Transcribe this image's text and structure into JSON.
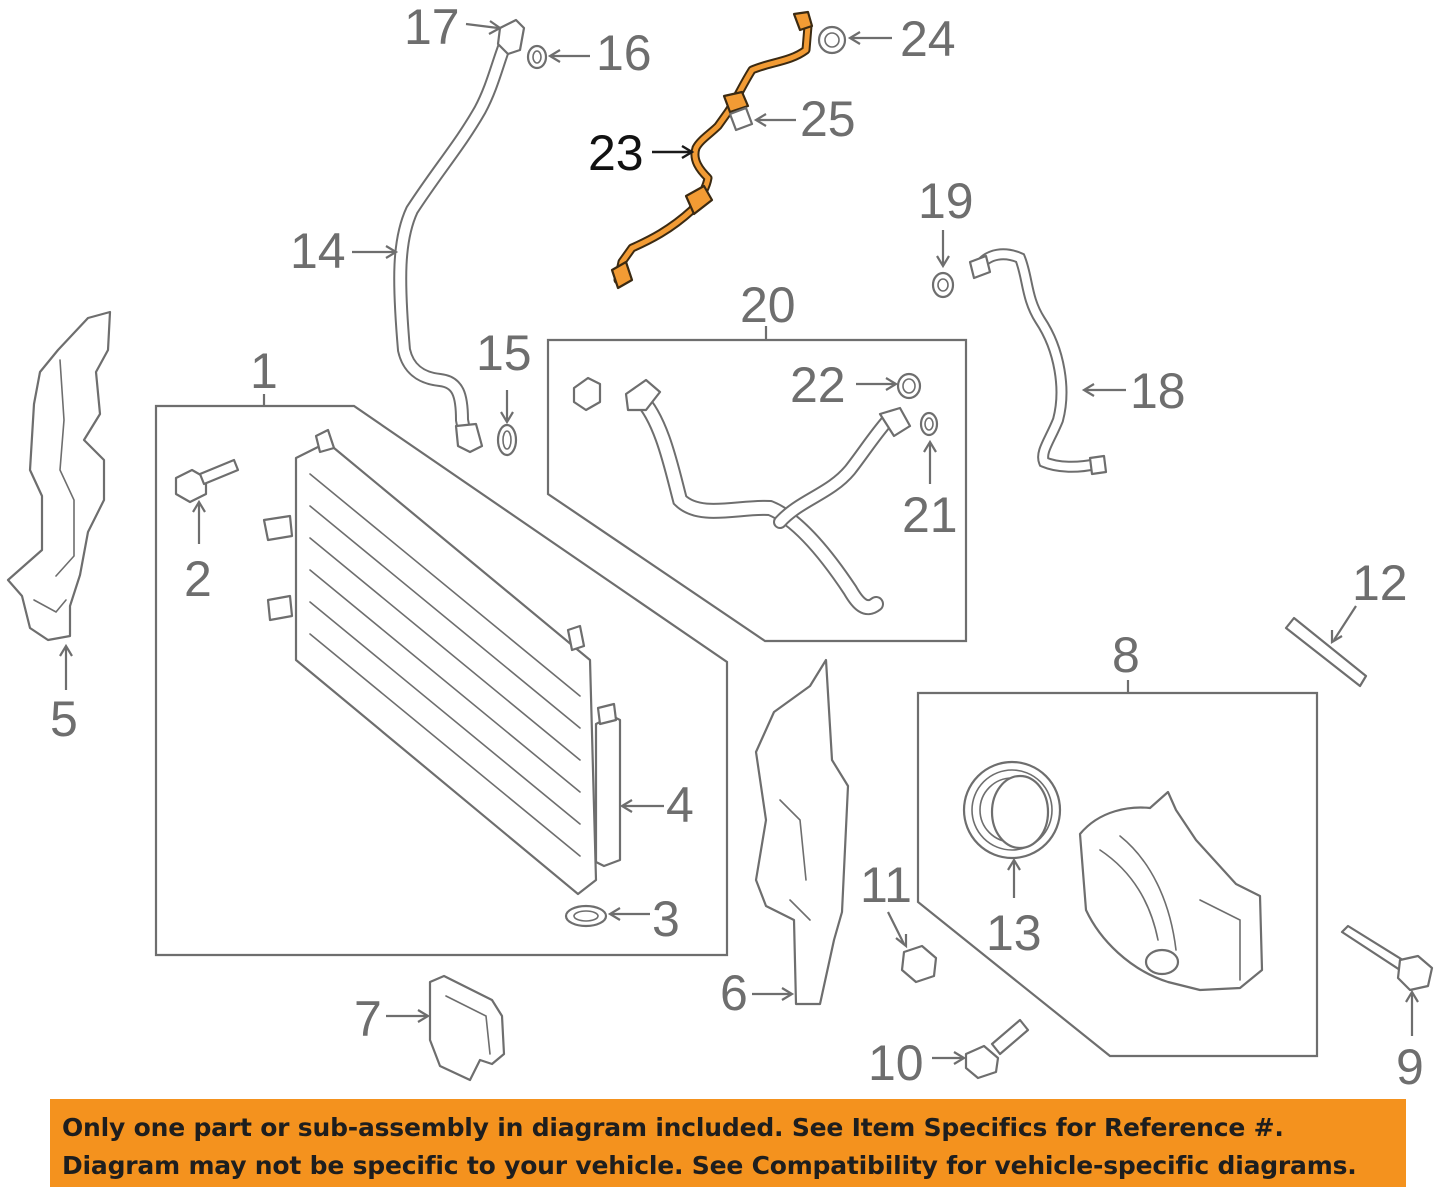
{
  "callouts": {
    "c1": "1",
    "c2": "2",
    "c3": "3",
    "c4": "4",
    "c5": "5",
    "c6": "6",
    "c7": "7",
    "c8": "8",
    "c9": "9",
    "c10": "10",
    "c11": "11",
    "c12": "12",
    "c13": "13",
    "c14": "14",
    "c15": "15",
    "c16": "16",
    "c17": "17",
    "c18": "18",
    "c19": "19",
    "c20": "20",
    "c21": "21",
    "c22": "22",
    "c23": "23",
    "c24": "24",
    "c25": "25"
  },
  "highlight": {
    "part": "23",
    "color": "#f29b34"
  },
  "notice": {
    "line1": "Only one part or sub-assembly in diagram included. See Item Specifics for Reference #.",
    "line2": "Diagram may not be specific to your vehicle. See Compatibility for vehicle-specific diagrams.",
    "background": "#f4921e"
  }
}
